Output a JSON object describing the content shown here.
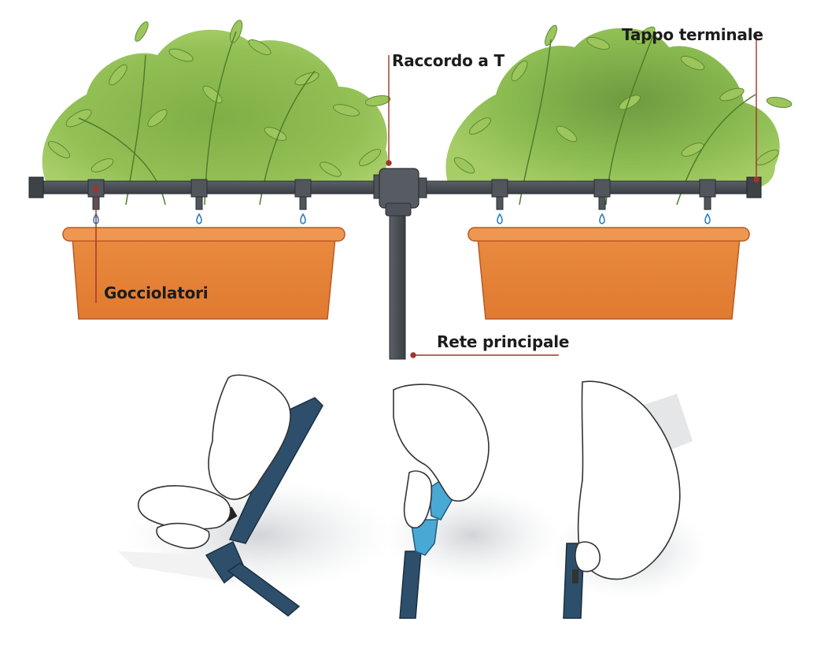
{
  "labels": {
    "tee_fitting": "Raccordo a T",
    "end_cap": "Tappo terminale",
    "drippers": "Gocciolatori",
    "main_line": "Rete principale"
  },
  "colors": {
    "pipe": "#4a4f55",
    "pipe_dark": "#2b2f33",
    "planter": "#e8843c",
    "planter_dark": "#c9632a",
    "foliage": "#8dbb52",
    "foliage_dark": "#5f8f35",
    "leader_line": "#a3342a",
    "connector_blue": "#4aa8d4",
    "water_drop": "#2f7fc0"
  },
  "illustrations": {
    "top": "drip-irrigation-system",
    "steps": [
      "cutting-pipe-step",
      "inserting-fitting-step",
      "inserting-dripper-step"
    ]
  }
}
